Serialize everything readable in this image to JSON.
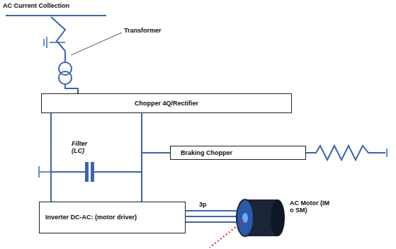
{
  "diagram": {
    "nodes": [
      {
        "text": [
          "Chopper 4Q/Rectifier"
        ]
      },
      {
        "text": [
          "Braking Chopper"
        ]
      },
      {
        "text": [
          "Inverter DC-AC: (motor driver)"
        ]
      }
    ],
    "edges": [
      {
        "from": 0,
        "to": 2,
        "arrow": "none"
      },
      {
        "from": 0,
        "to": 2,
        "arrow": "none"
      },
      {
        "from": 1,
        "to": 0,
        "arrow": "none"
      },
      {
        "from": 1,
        "to": 2,
        "arrow": "none"
      }
    ],
    "labels": [
      "AC Current Collection",
      "Transformer",
      "Filter (LC)",
      "3p",
      "AC Motor (IM o SM)"
    ]
  }
}
